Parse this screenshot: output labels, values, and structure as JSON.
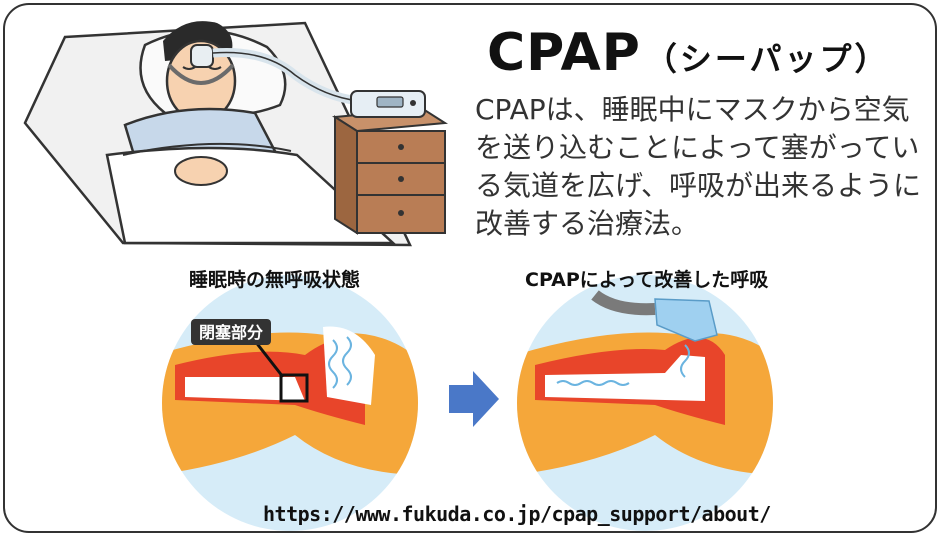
{
  "title": {
    "main": "CPAP",
    "reading": "（シーパップ）"
  },
  "description": "CPAPは、睡眠中にマスクから空気を送り込むことによって塞がっている気道を広げ、呼吸が出来るように改善する治療法。",
  "diagrams": {
    "left_caption": "睡眠時の無呼吸状態",
    "left_callout": "閉塞部分",
    "right_caption": "CPAPによって改善した呼吸"
  },
  "source_url": "https://www.fukuda.co.jp/cpap_support/about/",
  "colors": {
    "airway_red": "#e8452a",
    "tissue_orange": "#f5a73a",
    "circle_blue": "#d6ecf8",
    "arrow_blue": "#4a78c8",
    "mask_blue": "#9fd0f0"
  },
  "icons": [
    "sleeping-patient-illustration",
    "cpap-machine-icon",
    "nightstand-icon",
    "right-arrow-icon"
  ]
}
